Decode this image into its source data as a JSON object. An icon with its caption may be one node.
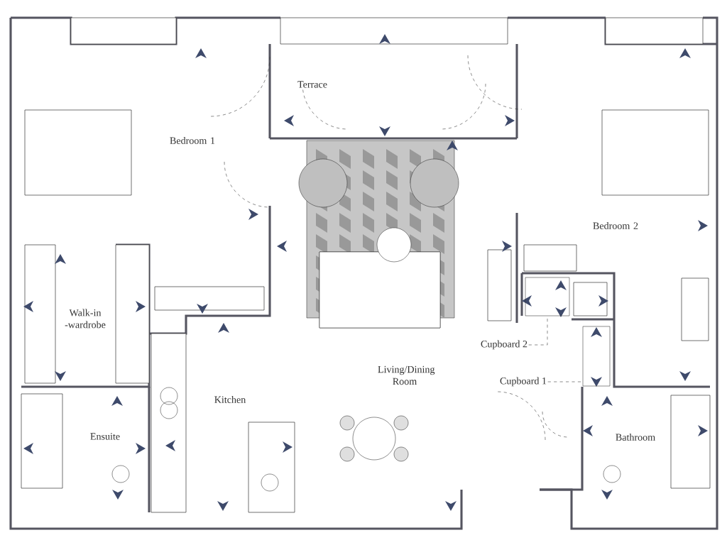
{
  "diagram": {
    "nodes": [
      {
        "text": [
          "Cupboard 2"
        ]
      },
      {
        "text": [],
        "shape": "box"
      },
      {
        "text": [
          "Cupboard 1"
        ]
      },
      {
        "text": [],
        "shape": "box"
      }
    ],
    "edges": [
      {
        "from": 0,
        "to": 1,
        "arrow": "none",
        "style": "dashed"
      },
      {
        "from": 2,
        "to": 3,
        "arrow": "none",
        "style": "dashed"
      }
    ],
    "labels": [
      "Terrace",
      "Bedroom 1",
      "Bedroom 2",
      "Walk-in -wardrobe",
      "Living/Dining Room",
      "Kitchen",
      "Ensuite",
      "Bathroom"
    ]
  }
}
